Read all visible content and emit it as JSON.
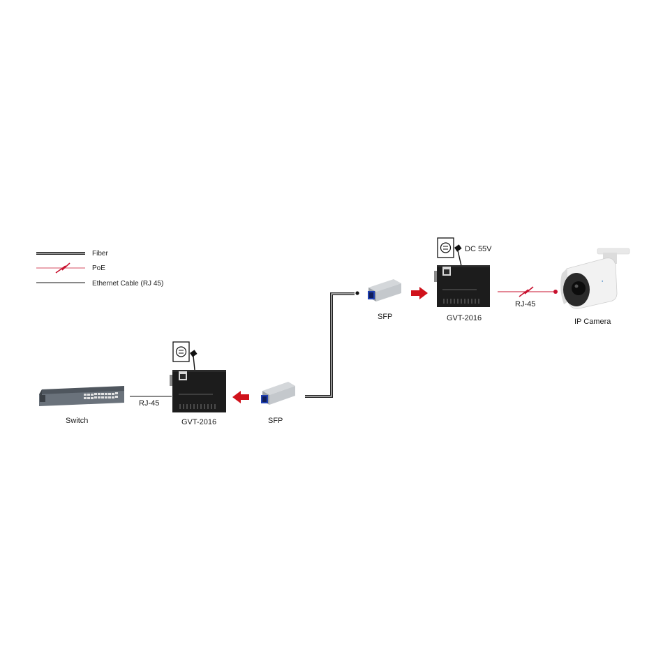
{
  "legend": {
    "fiber": "Fiber",
    "poe": "PoE",
    "ethernet": "Ethernet Cable (RJ 45)"
  },
  "site_a": {
    "switch_label": "Switch",
    "rj45_label": "RJ-45",
    "converter_label": "GVT-2016",
    "sfp_label": "SFP"
  },
  "site_b": {
    "sfp_label": "SFP",
    "converter_label": "GVT-2016",
    "power_label": "DC 55V",
    "rj45_label": "RJ-45",
    "camera_label": "IP Camera"
  },
  "colors": {
    "poe_red": "#c8102e",
    "arrow_red": "#d0121b",
    "device_black": "#1c1c1c",
    "switch_gray": "#5f6770"
  }
}
